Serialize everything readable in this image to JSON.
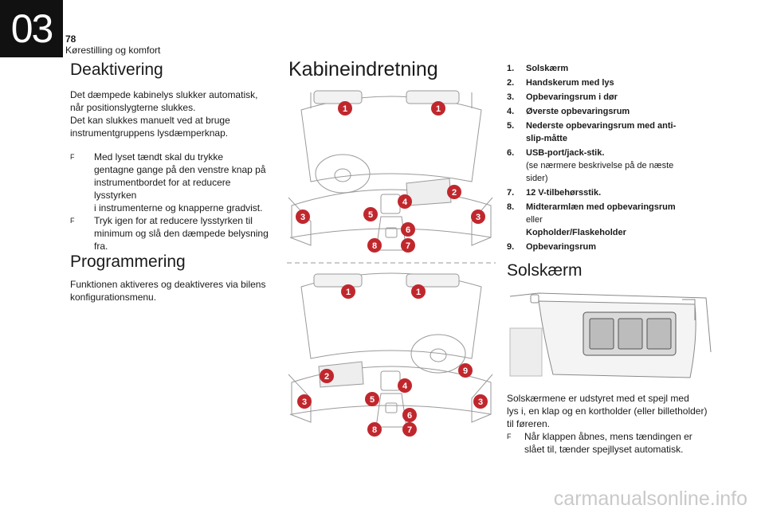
{
  "header": {
    "chapter": "03",
    "page_number": "78",
    "section": "Kørestilling og komfort"
  },
  "left": {
    "title": "Deaktivering",
    "paragraph_lines": [
      "Det dæmpede kabinelys slukker automatisk,",
      "når positionslygterne slukkes.",
      "Det kan slukkes manuelt ved at bruge",
      "instrumentgruppens lysdæmperknap."
    ],
    "bullets": [
      {
        "symbol": "F",
        "lines": [
          "Med lyset tændt skal du trykke",
          "gentagne gange på den venstre knap på",
          "instrumentbordet for at reducere lysstyrken",
          "i instrumenterne og knapperne gradvist."
        ]
      },
      {
        "symbol": "F",
        "lines": [
          "Tryk igen for at reducere lysstyrken til",
          "minimum og slå den dæmpede belysning",
          "fra."
        ]
      }
    ],
    "programmering_title": "Programmering",
    "programmering_lines": [
      "Funktionen aktiveres og deaktiveres via bilens",
      "konfigurationsmenu."
    ]
  },
  "middle": {
    "title": "Kabineindretning",
    "callouts_top": [
      "1",
      "1",
      "2",
      "3",
      "3",
      "4",
      "5",
      "6",
      "7",
      "8"
    ],
    "callouts_bottom": [
      "1",
      "1",
      "2",
      "3",
      "3",
      "4",
      "5",
      "6",
      "7",
      "8",
      "9"
    ]
  },
  "right": {
    "list": [
      {
        "num": "1.",
        "bold": [
          "Solskærm"
        ],
        "normal": []
      },
      {
        "num": "2.",
        "bold": [
          "Handskerum med lys"
        ],
        "normal": []
      },
      {
        "num": "3.",
        "bold": [
          "Opbevaringsrum i dør"
        ],
        "normal": []
      },
      {
        "num": "4.",
        "bold": [
          "Øverste opbevaringsrum"
        ],
        "normal": []
      },
      {
        "num": "5.",
        "bold": [
          "Nederste opbevaringsrum med anti-",
          "slip-måtte"
        ],
        "normal": []
      },
      {
        "num": "6.",
        "bold": [
          "USB-port/jack-stik."
        ],
        "normal": [
          "(se nærmere beskrivelse på de næste",
          "sider)"
        ]
      },
      {
        "num": "7.",
        "bold": [
          "12 V-tilbehørsstik."
        ],
        "normal": []
      },
      {
        "num": "8.",
        "bold": [
          "Midterarmlæn med opbevaringsrum"
        ],
        "normal": [
          "eller"
        ],
        "bold_after": [
          "Kopholder/Flaskeholder"
        ]
      },
      {
        "num": "9.",
        "bold": [
          "Opbevaringsrum"
        ],
        "normal": []
      }
    ],
    "solskaerm_title": "Solskærm",
    "solskaerm_lines": [
      "Solskærmene er udstyret med et spejl med",
      "lys i, en klap og en kortholder (eller billetholder)",
      "til føreren."
    ],
    "solskaerm_bullet": {
      "symbol": "F",
      "lines": [
        "Når klappen åbnes, mens tændingen er",
        "slået til, tænder spejllyset automatisk."
      ]
    }
  },
  "watermark": "carmanualsonline.info",
  "colors": {
    "callout": "#c0272d",
    "line_art": "#9a9a9a",
    "tab": "#111111"
  }
}
